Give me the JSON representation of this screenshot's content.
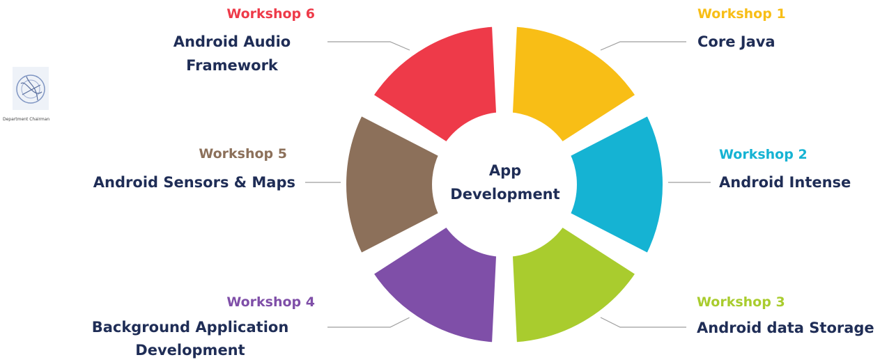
{
  "center_label": [
    "App",
    "Development"
  ],
  "colors": {
    "workshop1": "#F8BE16",
    "workshop2": "#15B3D3",
    "workshop3": "#A9CC2E",
    "workshop4": "#7F4FA8",
    "workshop5": "#8C705A",
    "workshop6": "#EE3A49",
    "title_text": "#1F2D56",
    "connector": "#9E9E9E"
  },
  "workshops": [
    {
      "label": "Workshop 1",
      "title": [
        "Core Java"
      ],
      "color": "#F8BE16"
    },
    {
      "label": "Workshop 2",
      "title": [
        "Android Intense"
      ],
      "color": "#15B3D3"
    },
    {
      "label": "Workshop 3",
      "title": [
        "Android data Storage"
      ],
      "color": "#A9CC2E"
    },
    {
      "label": "Workshop 4",
      "title": [
        "Background Application",
        "Development"
      ],
      "color": "#7F4FA8"
    },
    {
      "label": "Workshop 5",
      "title": [
        "Android Sensors & Maps"
      ],
      "color": "#8C705A"
    },
    {
      "label": "Workshop 6",
      "title": [
        "Android Audio",
        "Framework"
      ],
      "color": "#EE3A49"
    }
  ],
  "stamp": {
    "caption": "Department Chairman",
    "icon": "signature-seal-icon"
  }
}
